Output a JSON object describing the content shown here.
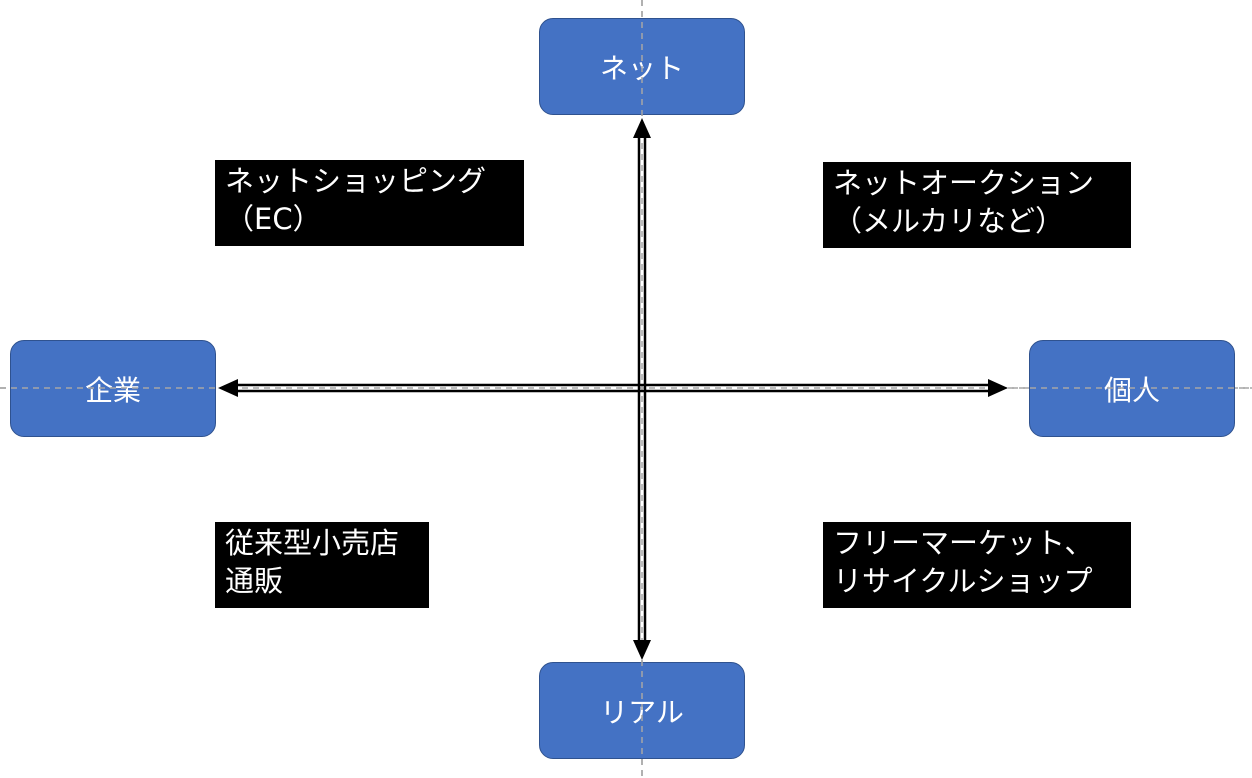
{
  "axes": {
    "top": "ネット",
    "bottom": "リアル",
    "left": "企業",
    "right": "個人"
  },
  "quadrants": {
    "top_left": [
      "ネットショッピング",
      "（EC）"
    ],
    "top_right": [
      "ネットオークション",
      "（メルカリなど）"
    ],
    "bottom_left": [
      "従来型小売店",
      "通販"
    ],
    "bottom_right": [
      "フリーマーケット、",
      "リサイクルショップ"
    ]
  },
  "colors": {
    "node_fill": "#4472c4",
    "node_border": "#2f528f",
    "quadrant_fill": "#000000",
    "arrow": "#000000",
    "guide": "#a6a6a6"
  }
}
